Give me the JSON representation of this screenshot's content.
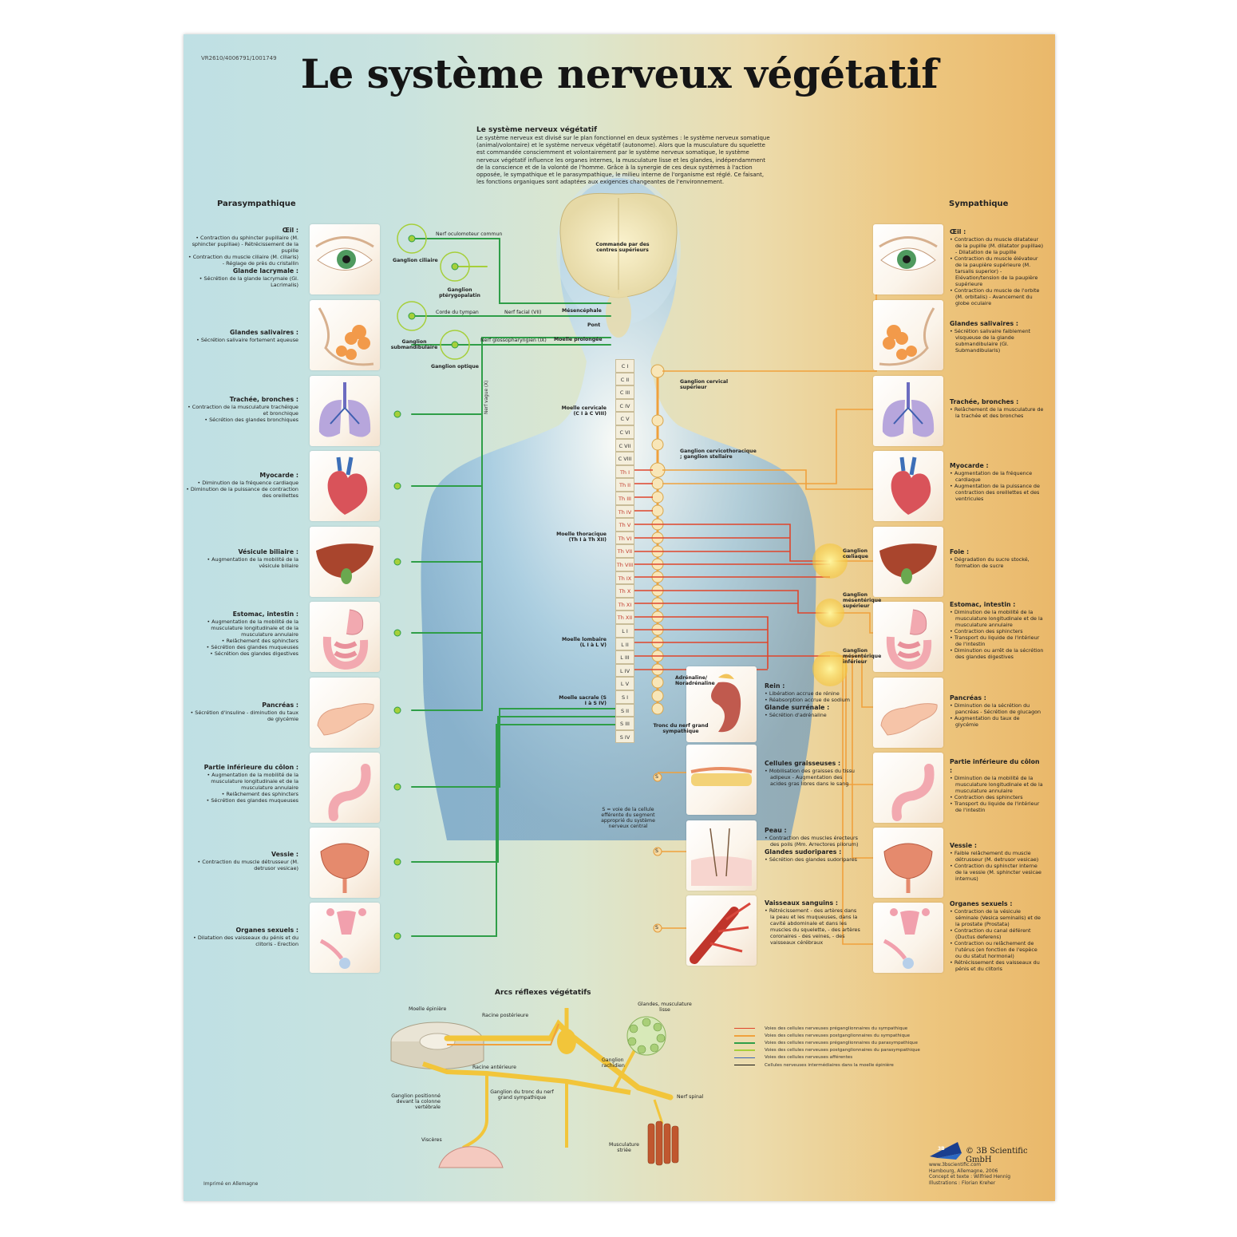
{
  "doc_code": "VR2610/4006791/1001749",
  "title": "Le système nerveux végétatif",
  "intro": {
    "heading": "Le système nerveux végétatif",
    "body": "Le système nerveux est divisé sur le plan fonctionnel en deux systèmes : le système nerveux somatique (animal/volontaire) et le système nerveux végétatif (autonome). Alors que la musculature du squelette est commandée consciemment et volontairement par le système nerveux somatique, le système nerveux végétatif influence les organes internes, la musculature lisse et les glandes, indépendamment de la conscience et de la volonté de l'homme. Grâce à la synergie de ces deux systèmes à l'action opposée, le sympathique et le parasympathique, le milieu interne de l'organisme est réglé. Ce faisant, les fonctions organiques sont adaptées aux exigences changeantes de l'environnement."
  },
  "para": {
    "heading": "Parasympathique",
    "organs": [
      {
        "name": "Œil :",
        "items": [
          "Contraction du sphincter pupillaire (M. sphincter pupillae) - Rétrécissement de la pupille",
          "Contraction du muscle ciliaire (M. ciliaris) - Réglage de près du cristallin"
        ],
        "name2": "Glande lacrymale :",
        "items2": [
          "Sécrétion de la glande lacrymale (Gl. Lacrimalis)"
        ]
      },
      {
        "name": "Glandes salivaires :",
        "items": [
          "Sécrétion salivaire fortement aqueuse"
        ]
      },
      {
        "name": "Trachée, bronches :",
        "items": [
          "Contraction de la musculature trachéique et bronchique",
          "Sécrétion des glandes bronchiques"
        ]
      },
      {
        "name": "Myocarde :",
        "items": [
          "Diminution de la fréquence cardiaque",
          "Diminution de la puissance de contraction des oreillettes"
        ]
      },
      {
        "name": "Vésicule biliaire :",
        "items": [
          "Augmentation de la mobilité de la vésicule biliaire"
        ]
      },
      {
        "name": "Estomac, intestin :",
        "items": [
          "Augmentation de la mobilité de la musculature longitudinale et de la musculature annulaire",
          "Relâchement des sphincters",
          "Sécrétion des glandes muqueuses",
          "Sécrétion des glandes digestives"
        ]
      },
      {
        "name": "Pancréas :",
        "items": [
          "Sécrétion d'insuline - diminution du taux de glycémie"
        ]
      },
      {
        "name": "Partie inférieure du côlon :",
        "items": [
          "Augmentation de la mobilité de la musculature longitudinale et de la musculature annulaire",
          "Relâchement des sphincters",
          "Sécrétion des glandes muqueuses"
        ]
      },
      {
        "name": "Vessie :",
        "items": [
          "Contraction du muscle détrusseur (M. detrusor vesicae)"
        ]
      },
      {
        "name": "Organes sexuels :",
        "items": [
          "Dilatation des vaisseaux du pénis et du clitoris - Erection"
        ]
      }
    ]
  },
  "symp": {
    "heading": "Sympathique",
    "organs": [
      {
        "name": "Œil :",
        "items": [
          "Contraction du muscle dilatateur de la pupille (M. dilatator pupillae) - Dilatation de la pupille",
          "Contraction du muscle élévateur de la paupière supérieure (M. tarsalis superior) - Elévation/tension de la paupière supérieure",
          "Contraction du muscle de l'orbite (M. orbitalis) - Avancement du globe oculaire"
        ]
      },
      {
        "name": "Glandes salivaires :",
        "items": [
          "Sécrétion salivaire faiblement visqueuse de la glande submandibulaire (Gl. Submandibularis)"
        ]
      },
      {
        "name": "Trachée, bronches :",
        "items": [
          "Relâchement de la musculature de la trachée et des bronches"
        ]
      },
      {
        "name": "Myocarde :",
        "items": [
          "Augmentation de la fréquence cardiaque",
          "Augmentation de la puissance de contraction des oreillettes et des ventricules"
        ]
      },
      {
        "name": "Foie :",
        "items": [
          "Dégradation du sucre stocké, formation de sucre"
        ]
      },
      {
        "name": "Estomac, intestin :",
        "items": [
          "Diminution de la mobilité de la musculature longitudinale et de la musculature annulaire",
          "Contraction des sphincters",
          "Transport du liquide de l'intérieur de l'intestin",
          "Diminution ou arrêt de la sécrétion des glandes digestives"
        ]
      },
      {
        "name": "Pancréas :",
        "items": [
          "Diminution de la sécrétion du pancréas - Sécrétion de glucagon",
          "Augmentation du taux de glycémie"
        ]
      },
      {
        "name": "Partie inférieure du côlon :",
        "items": [
          "Diminution de la mobilité de la musculature longitudinale et de la musculature annulaire",
          "Contraction des sphincters",
          "Transport du liquide de l'intérieur de l'intestin"
        ]
      },
      {
        "name": "Vessie :",
        "items": [
          "Faible relâchement du muscle détrusseur (M. detrusor vesicae)",
          "Contraction du sphincter interne de la vessie (M. sphincter vesicae internus)"
        ]
      },
      {
        "name": "Organes sexuels :",
        "items": [
          "Contraction de la vésicule séminale (Vesica seminalis) et de la prostate (Prostata)",
          "Contraction du canal déférent (Ductus deferens)",
          "Contraction ou relâchement de l'utérus (en fonction de l'espèce ou du statut hormonal)",
          "Rétrécissement des vaisseaux du pénis et du clitoris"
        ]
      }
    ]
  },
  "middle": [
    {
      "name": "Rein :",
      "items": [
        "Libération accrue de rénine",
        "Réabsorption accrue de sodium"
      ],
      "name2": "Glande surrénale :",
      "items2": [
        "Sécrétion d'adrénaline"
      ]
    },
    {
      "name": "Cellules graisseuses :",
      "items": [
        "Mobilisation des graisses du tissu adipeux - Augmentation des acides gras libres dans le sang"
      ]
    },
    {
      "name": "Peau :",
      "items": [
        "Contraction des muscles érecteurs des poils (Mm. Arrectores pilorum)"
      ],
      "name2": "Glandes sudoripares :",
      "items2": [
        "Sécrétion des glandes sudoripares"
      ]
    },
    {
      "name": "Vaisseaux sanguins :",
      "items": [
        "Rétrécissement - des artères dans la peau et les muqueuses, dans la cavité abdominale et dans les muscles du squelette, - des artères coronaires - des veines, - des vaisseaux cérébraux"
      ]
    }
  ],
  "labels": {
    "commande": "Commande par des centres supérieurs",
    "mesencephale": "Mésencéphale",
    "pont": "Pont",
    "moelle_prolongee": "Moelle prolongée",
    "nerf_oculomoteur": "Nerf oculomoteur commun",
    "ganglion_ciliaire": "Ganglion ciliaire",
    "ganglion_pterygo": "Ganglion ptérygopalatin",
    "nerf_facial": "Nerf facial (VII)",
    "corde_tympan": "Corde du tympan",
    "nerf_glosso": "Nerf glossopharyngien (IX)",
    "ganglion_submand": "Ganglion submandibulaire",
    "ganglion_optique": "Ganglion optique",
    "nerf_vague": "Nerf vague (X)",
    "moelle_cervicale": "Moelle cervicale (C I à C VIII)",
    "moelle_thoracique": "Moelle thoracique (Th I à Th XII)",
    "moelle_lombaire": "Moelle lombaire (L I à L V)",
    "moelle_sacrale": "Moelle sacrale (S I à S IV)",
    "ganglion_cervical_sup": "Ganglion cervical supérieur",
    "ganglion_stellaire": "Ganglion cervicothoracique ; ganglion stellaire",
    "ganglion_coeliaque": "Ganglion cœliaque",
    "ganglion_mes_sup": "Ganglion mésentérique supérieur",
    "ganglion_mes_inf": "Ganglion mésentérique inférieur",
    "tronc": "Tronc du nerf grand sympathique",
    "adrenaline": "Adrénaline/ Noradrénaline",
    "s_note": "S = voie de la cellule efférente du segment approprié du système nerveux central",
    "s": "S"
  },
  "segments": [
    "C I",
    "C II",
    "C III",
    "C IV",
    "C V",
    "C VI",
    "C VII",
    "C VIII",
    "Th I",
    "Th II",
    "Th III",
    "Th IV",
    "Th V",
    "Th VI",
    "Th VII",
    "Th VIII",
    "Th IX",
    "Th X",
    "Th XI",
    "Th XII",
    "L I",
    "L II",
    "L III",
    "L IV",
    "L V",
    "S I",
    "S II",
    "S III",
    "S IV"
  ],
  "arcs": {
    "heading": "Arcs réflexes végétatifs",
    "moelle_epiniere": "Moelle épinière",
    "racine_post": "Racine postérieure",
    "racine_ant": "Racine antérieure",
    "ganglion_rachidien": "Ganglion rachidien",
    "glandes": "Glandes, musculature lisse",
    "ganglion_tronc": "Ganglion du tronc du nerf grand sympathique",
    "ganglion_devant": "Ganglion positionné devant la colonne vertébrale",
    "nerf_spinal": "Nerf spinal",
    "visceres": "Viscères",
    "musculature_striee": "Musculature striée"
  },
  "legend": [
    {
      "color": "#e0452b",
      "label": "Voies des cellules nerveuses préganglionnaires du sympathique"
    },
    {
      "color": "#f0a13c",
      "label": "Voies des cellules nerveuses postganglionnaires du sympathique"
    },
    {
      "color": "#2f9e48",
      "label": "Voies des cellules nerveuses préganglionnaires du parasympathique"
    },
    {
      "color": "#a6cf3a",
      "label": "Voies des cellules nerveuses postganglionnaires du parasympathique"
    },
    {
      "color": "#3a63b8",
      "label": "Voies des cellules nerveuses afférentes"
    },
    {
      "color": "#111111",
      "label": "Cellules nerveuses intermédiaires dans la moelle épinière"
    }
  ],
  "brand": "3B Scientific GmbH",
  "brand_logo": "3B",
  "footer_right": [
    "www.3bscientific.com",
    "Hambourg, Allemagne, 2006",
    "Concept et texte : Wilfried Hennig",
    "Illustrations : Florian Kreher"
  ],
  "footer_left": "Imprimé en Allemagne",
  "colors": {
    "sym_pre": "#e0452b",
    "sym_post": "#f0a13c",
    "para_pre": "#2f9e48",
    "para_post": "#a6cf3a"
  }
}
